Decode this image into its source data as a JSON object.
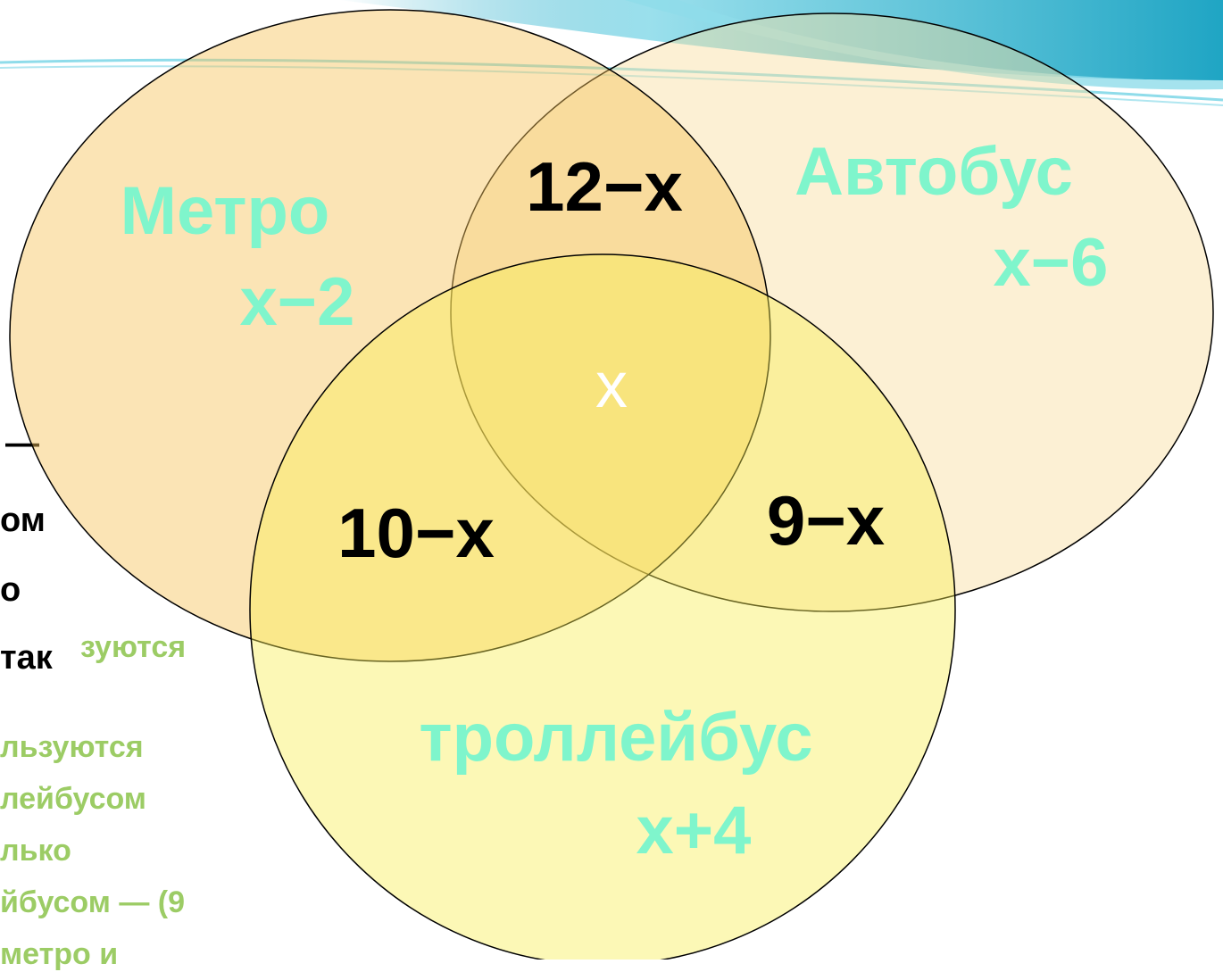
{
  "colors": {
    "wave_dark": "#1fa5c4",
    "wave_light": "#8fdcea",
    "metro_fill": "#f6c35a",
    "bus_fill": "#f8dea0",
    "trolley_fill": "#f8ef50",
    "set_label": "#7ff5cc",
    "region_label": "#000000",
    "center_label": "#ffffff",
    "side_green": "#9ccc65"
  },
  "diagram": {
    "sets": {
      "metro": {
        "name": "Метро",
        "count": "x−2"
      },
      "bus": {
        "name": "Автобус",
        "count": "x−6"
      },
      "trolley": {
        "name": "троллейбус",
        "count": "x+4"
      }
    },
    "regions": {
      "metro_bus": "12−x",
      "metro_trolley": "10−x",
      "bus_trolley": "9−x",
      "center": "x"
    }
  },
  "background_text": {
    "black_lines": [
      "—",
      "ом",
      "о",
      "так"
    ],
    "green_lines": [
      "зуются",
      "льзуются",
      "лейбусом",
      "лько",
      "йбусом — (9",
      "метро и"
    ]
  }
}
